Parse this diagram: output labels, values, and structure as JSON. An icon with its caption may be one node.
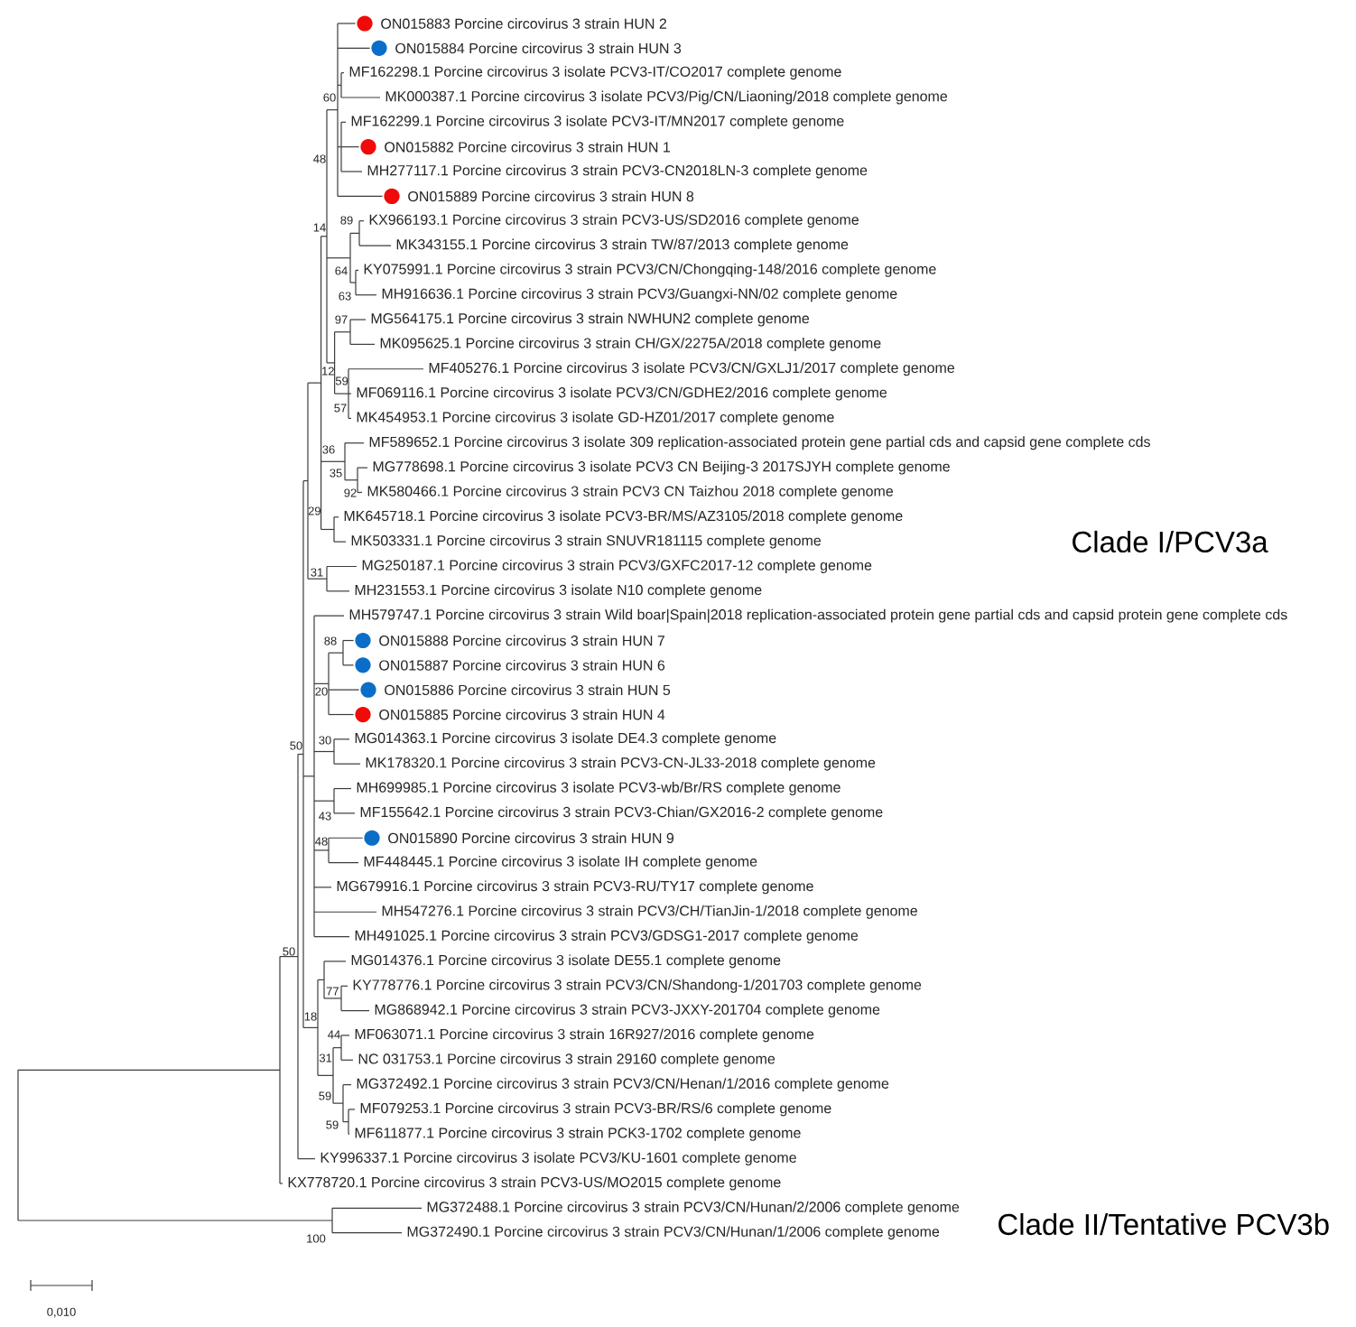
{
  "diagram": {
    "labels": [
      "ON015883 Porcine circovirus 3 strain HUN 2",
      "ON015884 Porcine circovirus 3 strain HUN 3",
      "MF162298.1 Porcine circovirus 3 isolate PCV3-IT/CO2017 complete genome",
      "60",
      "MK000387.1 Porcine circovirus 3 isolate PCV3/Pig/CN/Liaoning/2018 complete genome",
      "MF162299.1 Porcine circovirus 3 isolate PCV3-IT/MN2017 complete genome",
      "ON015882 Porcine circovirus 3 strain HUN 1",
      "48",
      "MH277117.1 Porcine circovirus 3 strain PCV3-CN2018LN-3 complete genome",
      "ON015889 Porcine circovirus 3 strain HUN 8",
      "89",
      "KX966193.1 Porcine circovirus 3 strain PCV3-US/SD2016 complete genome",
      "14",
      "MK343155.1 Porcine circovirus 3 strain TW/87/2013 complete genome",
      "64",
      "KY075991.1 Porcine circovirus 3 strain PCV3/CN/Chongqing-148/2016 complete genome",
      "63",
      "MH916636.1 Porcine circovirus 3 strain PCV3/Guangxi-NN/02 complete genome",
      "97",
      "MG564175.1 Porcine circovirus 3 strain NWHUN2 complete genome",
      "MK095625.1 Porcine circovirus 3 strain CH/GX/2275A/2018 complete genome",
      "12",
      "59",
      "MF405276.1 Porcine circovirus 3 isolate PCV3/CN/GXLJ1/2017 complete genome",
      "MF069116.1 Porcine circovirus 3 isolate PCV3/CN/GDHE2/2016 complete genome",
      "57",
      "MK454953.1 Porcine circovirus 3 isolate GD-HZ01/2017 complete genome",
      "36",
      "MF589652.1 Porcine circovirus 3 isolate 309 replication-associated protein gene partial cds and capsid gene complete cds",
      "MG778698.1 Porcine circovirus 3 isolate PCV3 CN Beijing-3 2017SJYH complete genome",
      "35",
      "92",
      "MK580466.1 Porcine circovirus 3 strain PCV3 CN Taizhou 2018 complete genome",
      "29",
      "MK645718.1 Porcine circovirus 3 isolate PCV3-BR/MS/AZ3105/2018 complete genome",
      "MK503331.1 Porcine circovirus 3 strain SNUVR181115 complete genome",
      "Clade I/PCV3a",
      "MG250187.1 Porcine circovirus 3 strain PCV3/GXFC2017-12 complete genome",
      "31",
      "MH231553.1 Porcine circovirus 3 isolate N10 complete genome",
      "MH579747.1 Porcine circovirus 3 strain Wild boar|Spain|2018 replication-associated protein gene partial cds and capsid protein gene complete cds",
      "88",
      "ON015888 Porcine circovirus 3 strain HUN 7",
      "ON015887 Porcine circovirus 3 strain HUN 6",
      "20",
      "ON015886 Porcine circovirus 3 strain HUN 5",
      "ON015885 Porcine circovirus 3 strain HUN 4",
      "30",
      "MG014363.1 Porcine circovirus 3 isolate DE4.3 complete genome",
      "50",
      "MK178320.1 Porcine circovirus 3 strain PCV3-CN-JL33-2018 complete genome",
      "MH699985.1 Porcine circovirus 3 isolate PCV3-wb/Br/RS complete genome",
      "43",
      "MF155642.1 Porcine circovirus 3 strain PCV3-Chian/GX2016-2 complete genome",
      "48",
      "ON015890 Porcine circovirus 3 strain HUN 9",
      "MF448445.1 Porcine circovirus 3 isolate IH complete genome",
      "MG679916.1 Porcine circovirus 3 strain PCV3-RU/TY17 complete genome",
      "MH547276.1 Porcine circovirus 3 strain PCV3/CH/TianJin-1/2018 complete genome",
      "MH491025.1 Porcine circovirus 3 strain PCV3/GDSG1-2017 complete genome",
      "50",
      "MG014376.1 Porcine circovirus 3 isolate DE55.1 complete genome",
      "77",
      "KY778776.1 Porcine circovirus 3 strain PCV3/CN/Shandong-1/201703 complete genome",
      "18",
      "MG868942.1 Porcine circovirus 3 strain PCV3-JXXY-201704 complete genome",
      "44",
      "MF063071.1 Porcine circovirus 3 strain 16R927/2016 complete genome",
      "31",
      "NC 031753.1 Porcine circovirus 3 strain 29160 complete genome",
      "59",
      "MG372492.1 Porcine circovirus 3 strain PCV3/CN/Henan/1/2016 complete genome",
      "MF079253.1 Porcine circovirus 3 strain PCV3-BR/RS/6 complete genome",
      "59",
      "MF611877.1 Porcine circovirus 3 strain PCK3-1702 complete genome",
      "KY996337.1 Porcine circovirus 3 isolate PCV3/KU-1601 complete genome",
      "KX778720.1 Porcine circovirus 3 strain PCV3-US/MO2015 complete genome",
      "MG372488.1 Porcine circovirus 3 strain PCV3/CN/Hunan/2/2006 complete genome",
      "Clade II/Tentative PCV3b",
      "100",
      "MG372490.1 Porcine circovirus 3 strain PCV3/CN/Hunan/1/2006 complete genome",
      "0,010"
    ]
  }
}
